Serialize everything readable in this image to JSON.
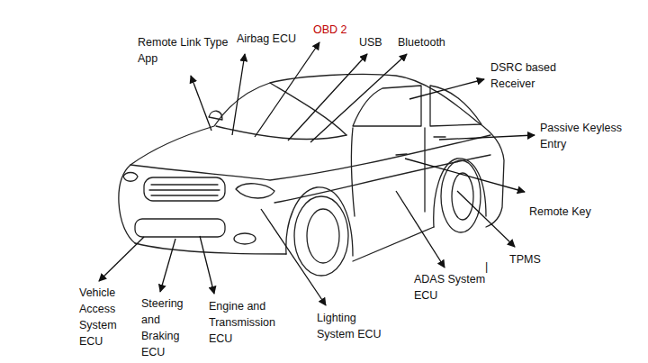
{
  "diagram": {
    "labels": [
      "Remote Link Type App",
      "Airbag ECU",
      "OBD 2",
      "USB",
      "Bluetooth",
      "DSRC based Receiver",
      "Passive Keyless Entry",
      "Remote Key",
      "TPMS",
      "|",
      "ADAS System ECU",
      "Lighting System ECU",
      "Engine and Transmission ECU",
      "Steering and Braking ECU",
      "Vehicle Access System ECU"
    ]
  }
}
